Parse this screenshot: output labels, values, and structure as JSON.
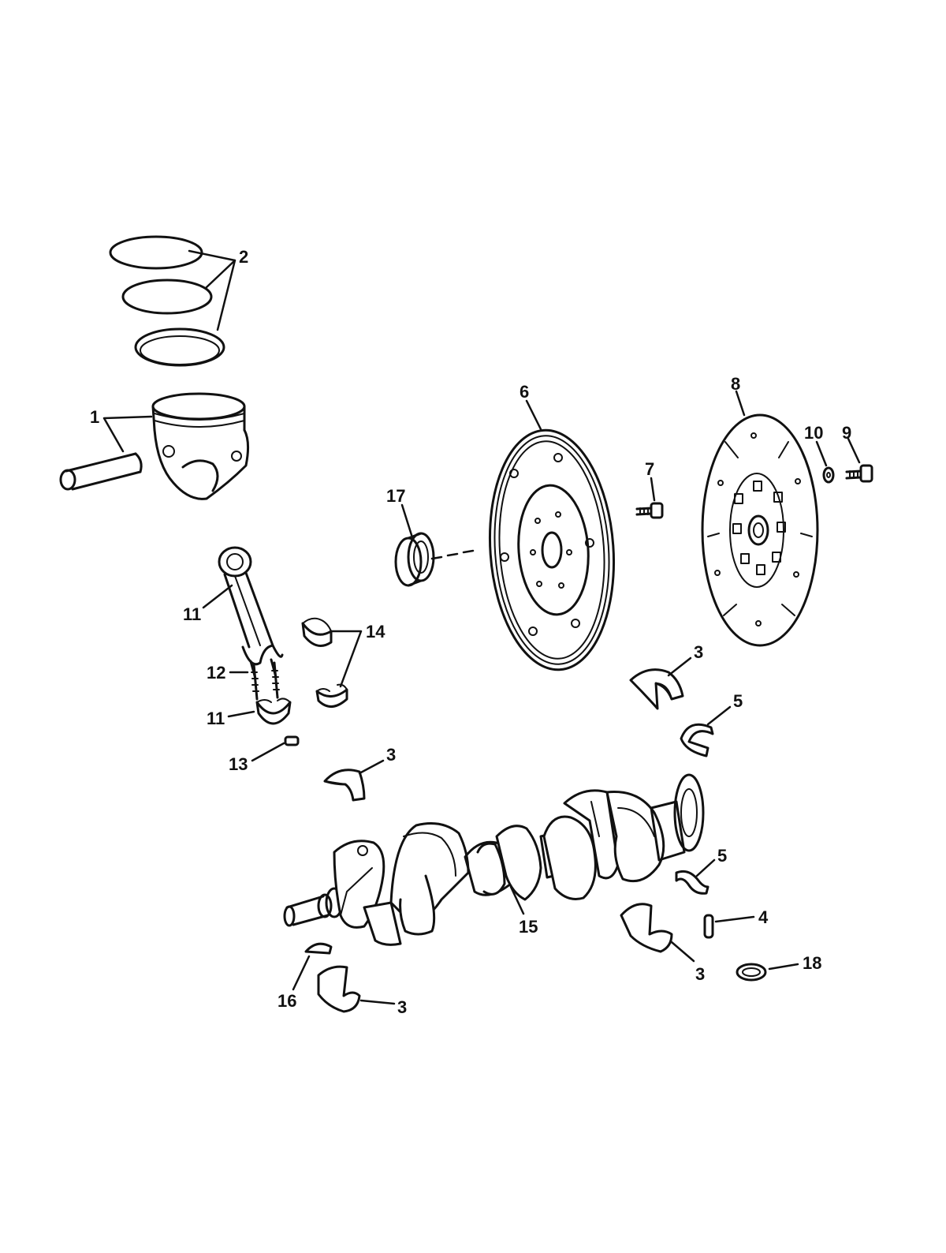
{
  "callouts": [
    {
      "id": "c1",
      "label": "1"
    },
    {
      "id": "c2",
      "label": "2"
    },
    {
      "id": "c3a",
      "label": "3"
    },
    {
      "id": "c3b",
      "label": "3"
    },
    {
      "id": "c3c",
      "label": "3"
    },
    {
      "id": "c3d",
      "label": "3"
    },
    {
      "id": "c4",
      "label": "4"
    },
    {
      "id": "c5a",
      "label": "5"
    },
    {
      "id": "c5b",
      "label": "5"
    },
    {
      "id": "c6",
      "label": "6"
    },
    {
      "id": "c7",
      "label": "7"
    },
    {
      "id": "c8",
      "label": "8"
    },
    {
      "id": "c9",
      "label": "9"
    },
    {
      "id": "c10",
      "label": "10"
    },
    {
      "id": "c11a",
      "label": "11"
    },
    {
      "id": "c11b",
      "label": "11"
    },
    {
      "id": "c12",
      "label": "12"
    },
    {
      "id": "c13",
      "label": "13"
    },
    {
      "id": "c14",
      "label": "14"
    },
    {
      "id": "c15",
      "label": "15"
    },
    {
      "id": "c16",
      "label": "16"
    },
    {
      "id": "c17",
      "label": "17"
    },
    {
      "id": "c18",
      "label": "18"
    }
  ]
}
